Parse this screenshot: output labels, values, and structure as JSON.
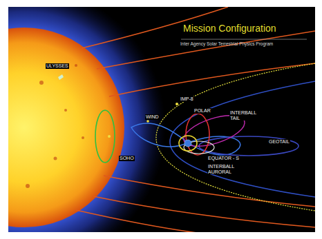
{
  "diagram": {
    "title": "Mission Configuration",
    "labels": [
      "Inter Agency Solar Terrestrial Physics Program",
      "ULYSSES",
      "SOHO",
      "WIND",
      "IMP-8",
      "POLAR",
      "INTERBALL TAIL",
      "GEOTAIL",
      "EQUATOR - S",
      "INTERBALL AURORAL"
    ]
  }
}
